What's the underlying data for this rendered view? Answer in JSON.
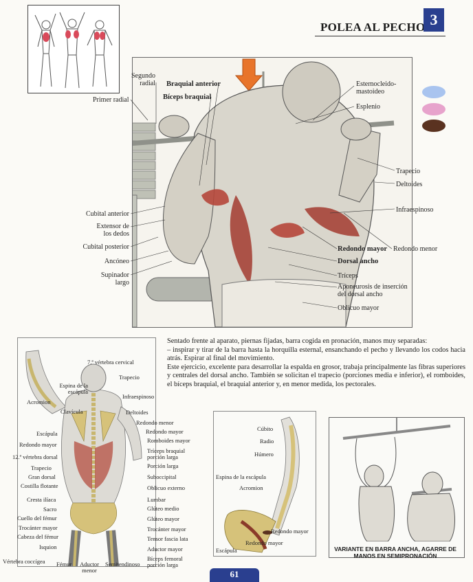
{
  "header": {
    "title": "POLEA AL PECHO",
    "exercise_number": "3"
  },
  "legend_swatches": [
    {
      "color": "#a9c4ef"
    },
    {
      "color": "#e7a3cc"
    },
    {
      "color": "#5a3220"
    }
  ],
  "main_labels": {
    "segundo_radial": "Segundo radial",
    "primer_radial": "Primer radial",
    "braquial_anterior": "Braquial anterior",
    "biceps_braquial": "Bíceps braquial",
    "esternocleido": "Esternocleido-mastoideo",
    "esplenio": "Esplenio",
    "trapecio": "Trapecio",
    "deltoides": "Deltoides",
    "infraespinoso": "Infraespinoso",
    "cubital_anterior": "Cubital anterior",
    "extensor_dedos": "Extensor de los dedos",
    "cubital_posterior": "Cubital posterior",
    "ancóneo": "Ancóneo",
    "supinador_largo": "Supinador largo",
    "redondo_mayor": "Redondo mayor",
    "redondo_menor": "Redondo menor",
    "dorsal_ancho": "Dorsal ancho",
    "triceps": "Tríceps",
    "aponeurosis": "Aponeurosis de inserción del dorsal ancho",
    "oblicuo_mayor": "Oblicuo mayor"
  },
  "description": {
    "p1": "Sentado frente al aparato, piernas fijadas, barra cogida en pronación, manos muy separadas:",
    "p2": "– inspirar y tirar de la barra hasta la horquilla esternal, ensanchando el pecho y llevando los codos hacia atrás. Espirar al final del movimiento.",
    "p3": "Este ejercicio, excelente para desarrollar la espalda en grosor, trabaja principalmente las fibras superiores y centrales del dorsal ancho. También se solicitan el trapecio (porciones media e inferior), el romboides, el bíceps braquial, el braquial anterior y, en menor medida, los pectorales."
  },
  "skeleton_labels": {
    "vertebra_cervical": "7.ª vértebra cervical",
    "espina_escapula": "Espina de la escápula",
    "trapecio": "Trapecio",
    "acromion": "Acromion",
    "infraespinoso": "Infraespinoso",
    "clavicula": "Clavícula",
    "deltoides": "Deltoides",
    "redondo_menor": "Redondo menor",
    "escapula": "Escápula",
    "redondo_mayor_r": "Redondo mayor",
    "redondo_mayor_l": "Redondo mayor",
    "romboides_mayor": "Romboides mayor",
    "vertebra_dorsal": "12.ª vértebra dorsal",
    "triceps_porcion": "Tríceps braquial porción larga",
    "trapecio_l": "Trapecio",
    "porcion_larga": "Porción larga",
    "gran_dorsal": "Gran dorsal",
    "suboccipital": "Suboccipital",
    "costilla": "Costilla flotante",
    "oblicuo_externo": "Oblicuo externo",
    "cresta_iliaca": "Cresta ilíaca",
    "lumbar": "Lumbar",
    "sacro": "Sacro",
    "gluteo_medio": "Glúteo medio",
    "cuello_femur": "Cuello del fémur",
    "gluteo_mayor": "Glúteo mayor",
    "trocanter_mayor_l": "Trocánter mayor",
    "trocanter_mayor_r": "Trocánter mayor",
    "cabeza_femur": "Cabeza del fémur",
    "tensor_fascia": "Tensor fascia lata",
    "isquion": "Isquion",
    "aductor_mayor": "Aductor mayor",
    "vertebra_coccigea": "Vértebra coccígea",
    "femur": "Fémur",
    "aductor_menor": "Aductor menor",
    "semitendinoso": "Semitendinoso",
    "biceps_femoral": "Bíceps femoral porción larga"
  },
  "arm_labels": {
    "cubito": "Cúbito",
    "radio": "Radio",
    "humero": "Húmero",
    "espina_escapula": "Espina de la escápula",
    "acromion": "Acromion",
    "redondo_mayor": "Redondo mayor",
    "redondo_mayor_2": "Redondo mayor",
    "escapula": "Escápula"
  },
  "variant": {
    "caption": "VARIANTE EN BARRA ANCHA, AGARRE DE MANOS EN SEMIPRONACIÓN"
  },
  "footer": {
    "page_number": "61"
  }
}
